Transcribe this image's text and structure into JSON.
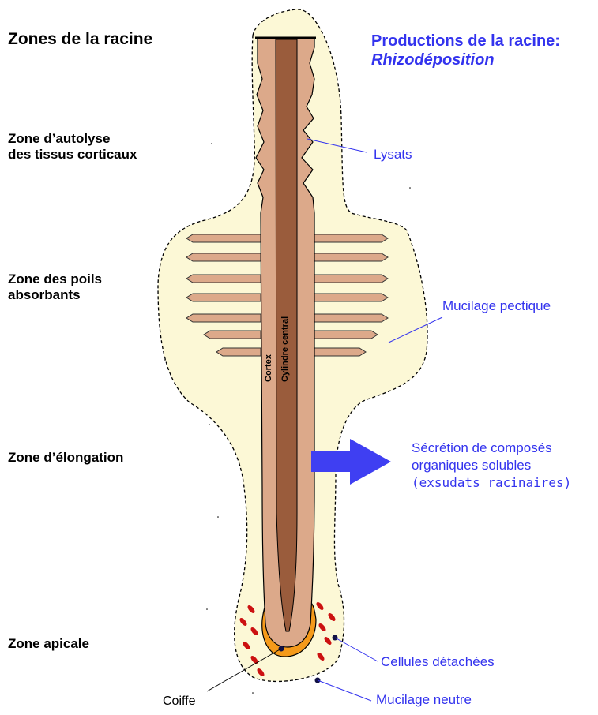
{
  "title": "Zones de la racine",
  "productions": {
    "line1": "Productions de la racine:",
    "line2": "Rhizodéposition"
  },
  "zones": {
    "autolyse_line1": "Zone d’autolyse",
    "autolyse_line2": "des tissus corticaux",
    "poils_line1": "Zone des poils",
    "poils_line2": "absorbants",
    "elongation": "Zone d’élongation",
    "apicale": "Zone apicale"
  },
  "labels": {
    "lysats": "Lysats",
    "mucilage_pectique": "Mucilage pectique",
    "secretion_line1": "Sécrétion de composés",
    "secretion_line2": "organiques solubles",
    "secretion_line3": "(exsudats racinaires)",
    "cellules": "Cellules détachées",
    "mucilage_neutre": "Mucilage neutre",
    "coiffe": "Coiffe",
    "cortex": "Cortex",
    "cylindre": "Cylindre central"
  },
  "colors": {
    "mucilage": "#fcf8d6",
    "cortex": "#dca98a",
    "cylindre": "#9a5c3c",
    "coiffe": "#f59a1a",
    "cells": "#cc1111",
    "text_blue": "#3333ee",
    "arrow": "#3f3ff2"
  }
}
